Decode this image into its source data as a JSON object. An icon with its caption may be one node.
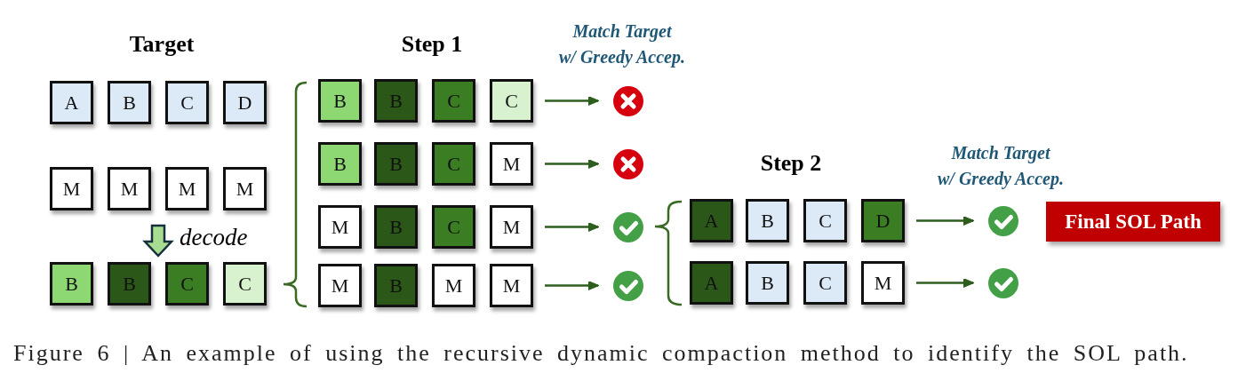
{
  "diagram": {
    "caption": "Figure 6 | An example of using the recursive dynamic compaction method to identify the SOL path.",
    "nodes": [
      {
        "text": [
          "A"
        ]
      },
      {
        "text": [
          "B"
        ]
      },
      {
        "text": [
          "C"
        ]
      },
      {
        "text": [
          "D"
        ]
      },
      {
        "text": [
          "M"
        ]
      },
      {
        "text": [
          "M"
        ]
      },
      {
        "text": [
          "M"
        ]
      },
      {
        "text": [
          "M"
        ]
      },
      {
        "text": [
          "B"
        ]
      },
      {
        "text": [
          "B"
        ]
      },
      {
        "text": [
          "C"
        ]
      },
      {
        "text": [
          "C"
        ]
      },
      {
        "text": [
          "B"
        ]
      },
      {
        "text": [
          "B"
        ]
      },
      {
        "text": [
          "C"
        ]
      },
      {
        "text": [
          "C"
        ]
      },
      {
        "text": [],
        "shape": "cross"
      },
      {
        "text": [
          "B"
        ]
      },
      {
        "text": [
          "B"
        ]
      },
      {
        "text": [
          "C"
        ]
      },
      {
        "text": [
          "M"
        ]
      },
      {
        "text": [],
        "shape": "cross"
      },
      {
        "text": [
          "M"
        ]
      },
      {
        "text": [
          "B"
        ]
      },
      {
        "text": [
          "C"
        ]
      },
      {
        "text": [
          "M"
        ]
      },
      {
        "text": [],
        "shape": "check"
      },
      {
        "text": [
          "M"
        ]
      },
      {
        "text": [
          "B"
        ]
      },
      {
        "text": [
          "M"
        ]
      },
      {
        "text": [
          "M"
        ]
      },
      {
        "text": [],
        "shape": "check"
      },
      {
        "text": [
          "A"
        ]
      },
      {
        "text": [
          "B"
        ]
      },
      {
        "text": [
          "C"
        ]
      },
      {
        "text": [
          "D"
        ]
      },
      {
        "text": [],
        "shape": "check"
      },
      {
        "text": [
          "A"
        ]
      },
      {
        "text": [
          "B"
        ]
      },
      {
        "text": [
          "C"
        ]
      },
      {
        "text": [
          "M"
        ]
      },
      {
        "text": [],
        "shape": "check"
      },
      {
        "text": [
          "Final SOL Path"
        ]
      }
    ],
    "edges": [
      {
        "from": 6,
        "to": 10,
        "arrow": "to",
        "label": "decode",
        "style": "thick",
        "color": "#a8dc90"
      },
      {
        "from": 15,
        "to": 16,
        "arrow": "to"
      },
      {
        "from": 20,
        "to": 21,
        "arrow": "to"
      },
      {
        "from": 25,
        "to": 26,
        "arrow": "to"
      },
      {
        "from": 30,
        "to": 31,
        "arrow": "to"
      },
      {
        "from": 35,
        "to": 36,
        "arrow": "to"
      },
      {
        "from": 40,
        "to": 41,
        "arrow": "to"
      }
    ],
    "labels": [
      "Target",
      "Step 1",
      "Match Target w/ Greedy Accep.",
      "Step 2",
      "Match Target w/ Greedy Accep."
    ]
  }
}
